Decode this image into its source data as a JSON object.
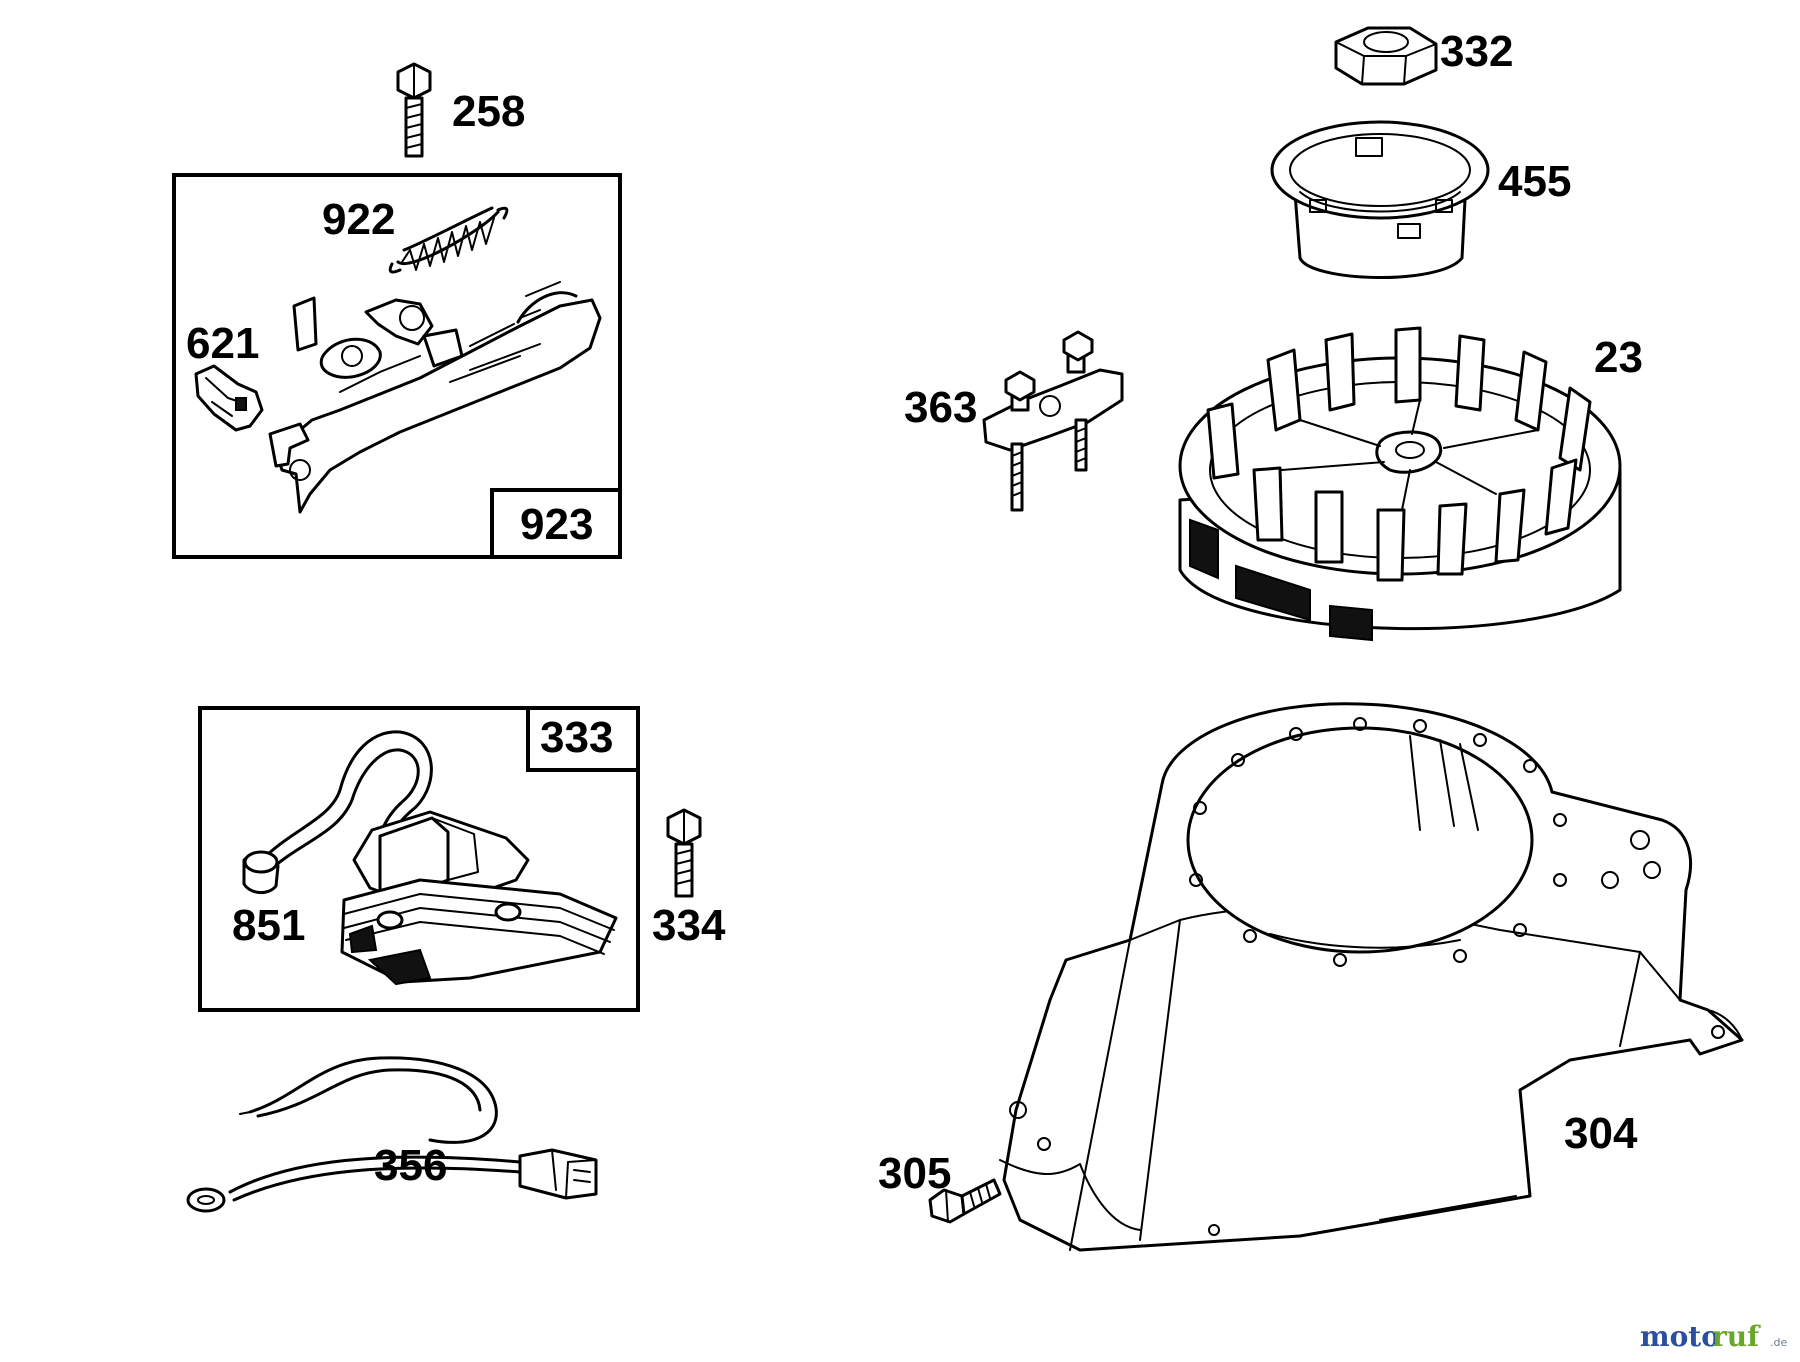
{
  "parts": {
    "p258": "258",
    "p922": "922",
    "p621": "621",
    "p923": "923",
    "p333": "333",
    "p851": "851",
    "p334": "334",
    "p356": "356",
    "p332": "332",
    "p455": "455",
    "p23": "23",
    "p363": "363",
    "p304": "304",
    "p305": "305"
  },
  "watermark": {
    "moto": "moto",
    "ruf": "ruf",
    "domain": ".de"
  },
  "colors": {
    "line": "#000000",
    "background": "#ffffff",
    "watermark_blue": "#2a4f9e",
    "watermark_green": "#6aa629"
  }
}
